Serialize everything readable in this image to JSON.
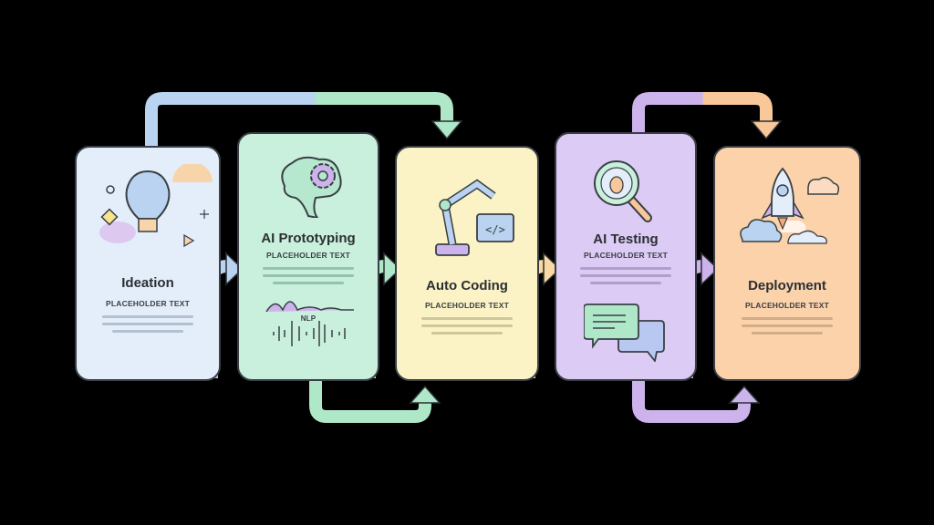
{
  "stages": [
    {
      "title": "Ideation",
      "subtitle": "PLACEHOLDER TEXT",
      "color": "#e4eefa",
      "icon": "lightbulb-icon"
    },
    {
      "title": "AI Prototyping",
      "subtitle": "PLACEHOLDER TEXT",
      "color": "#c8f0dc",
      "icon": "brain-gear-icon",
      "extra_label": "NLP"
    },
    {
      "title": "Auto Coding",
      "subtitle": "PLACEHOLDER TEXT",
      "color": "#fbf3c6",
      "icon": "robot-arm-icon"
    },
    {
      "title": "AI Testing",
      "subtitle": "PLACEHOLDER TEXT",
      "color": "#dccbf4",
      "icon": "bug-magnifier-icon"
    },
    {
      "title": "Deployment",
      "subtitle": "PLACEHOLDER TEXT",
      "color": "#fbd2aa",
      "icon": "rocket-icon"
    }
  ],
  "arrow_colors": {
    "blue": "#b9d3f0",
    "green": "#aee8c9",
    "yellow": "#f8d9a4",
    "purple": "#cdb3ec",
    "orange": "#f9c89a"
  }
}
